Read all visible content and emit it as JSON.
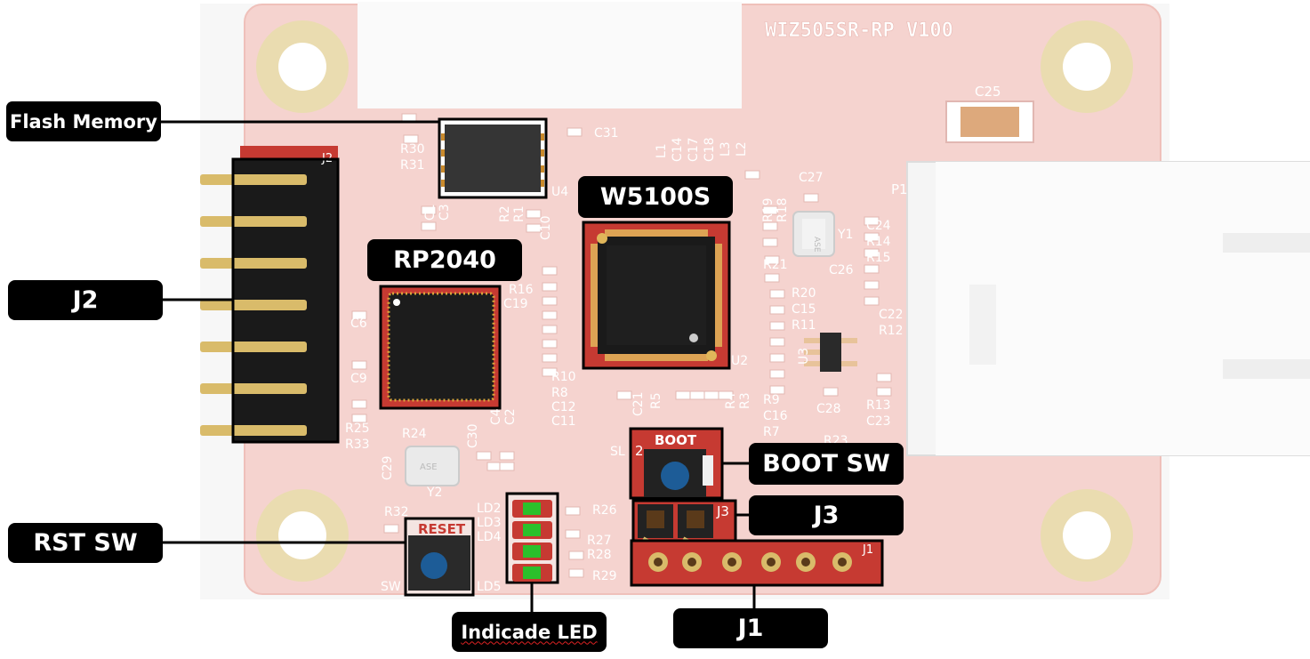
{
  "board": {
    "silkscreen_title": "WIZ505SR-RP V100",
    "chip_labels": {
      "rp2040": "RP2040",
      "w5100s": "W5100S"
    },
    "button_labels": {
      "boot": "BOOT",
      "reset": "RESET"
    },
    "crystal_marks": [
      "ASE",
      "ASE"
    ],
    "connector_marks": {
      "j1": "J1",
      "j2": "J2",
      "j3": "J3",
      "p1": "P1",
      "j3_pin": "2"
    },
    "designators": {
      "c25": "C25",
      "c31": "C31",
      "u4": "U4",
      "r30": "R30",
      "r31": "R31",
      "c27": "C27",
      "y1": "Y1",
      "c26": "C26",
      "c24": "C24",
      "r14": "R14",
      "r15": "R15",
      "r19": "R19",
      "r18": "R18",
      "r21": "R21",
      "r20": "R20",
      "c15": "C15",
      "r11": "R11",
      "c22": "C22",
      "r12": "R12",
      "u3": "U3",
      "c28": "C28",
      "r13": "R13",
      "c23": "C23",
      "r9": "R9",
      "c16": "C16",
      "r7": "R7",
      "r23": "R23",
      "u2": "U2",
      "r10": "R10",
      "r8": "R8",
      "c12": "C12",
      "c11": "C11",
      "c6": "C6",
      "c9": "C9",
      "r25": "R25",
      "r33": "R33",
      "r24": "R24",
      "c29": "C29",
      "y2": "Y2",
      "c30": "C30",
      "c4": "C4",
      "c2": "C2",
      "r32": "R32",
      "sw": "SW",
      "ld2": "LD2",
      "ld3": "LD3",
      "ld4": "LD4",
      "ld5": "LD5",
      "r26": "R26",
      "r27": "R27",
      "r28": "R28",
      "r29": "R29",
      "r16": "R16",
      "c19": "C19",
      "c10": "C10",
      "r2": "R2",
      "r1": "R1",
      "c21": "C21",
      "r5": "R5",
      "r4": "R4",
      "r3": "R3",
      "l1": "L1",
      "c14": "C14",
      "c17": "C17",
      "c18": "C18",
      "l3": "L3",
      "l2": "L2",
      "c1": "C1",
      "c3": "C3",
      "sl": "SL"
    }
  },
  "callouts": {
    "flash_memory": "Flash Memory",
    "j2": "J2",
    "rp2040": "RP2040",
    "w5100s": "W5100S",
    "boot_sw": "BOOT SW",
    "j3": "J3",
    "rst_sw": "RST SW",
    "indicade_led": "Indicade LED",
    "j1": "J1"
  },
  "colors": {
    "pcb": "#f5d3cf",
    "pcb_edge": "#efc0ba",
    "silk": "#ffffff",
    "pad": "#f0f0f0",
    "hole_ring": "#eadcb0",
    "chip": "#1c1c1c",
    "callout_bg": "#000000",
    "callout_text": "#ffffff",
    "led": "#2bc02b",
    "button_cap": "#1d5c97",
    "header_red": "#c63a32",
    "gold": "#d9bb6a"
  }
}
